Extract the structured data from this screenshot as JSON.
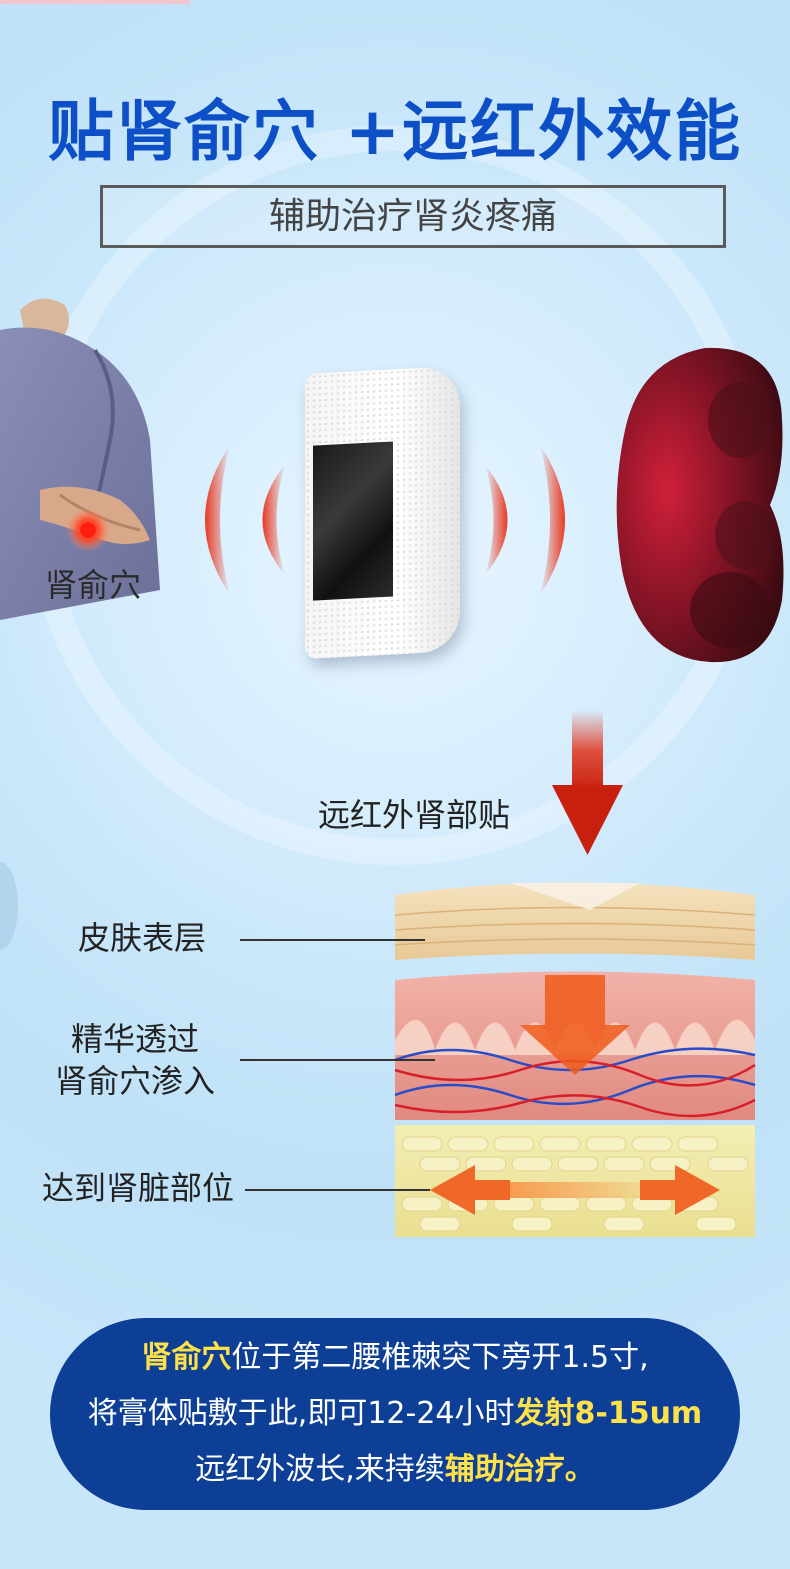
{
  "title": "贴肾俞穴 +远红外效能",
  "subtitle": "辅助治疗肾炎疼痛",
  "acupoint_label": "肾俞穴",
  "patch_caption": "远红外肾部贴",
  "layers": {
    "skin": "皮肤表层",
    "penetrate_line1": "精华透过",
    "penetrate_line2": "肾俞穴渗入",
    "kidney": "达到肾脏部位"
  },
  "info": {
    "line1_highlight": "肾俞穴",
    "line1_rest": "位于第二腰椎棘突下旁开1.5寸,",
    "line2_start": "将膏体贴敷于此,即可12-24小时",
    "line2_highlight": "发射8-15um",
    "line3_start": "远红外波长,来持续",
    "line3_highlight": "辅助治疗。"
  },
  "colors": {
    "title_blue": "#0d4fc6",
    "info_bg": "#0e3f96",
    "highlight_yellow": "#ffe14a",
    "wave_red": "#e83a22"
  }
}
